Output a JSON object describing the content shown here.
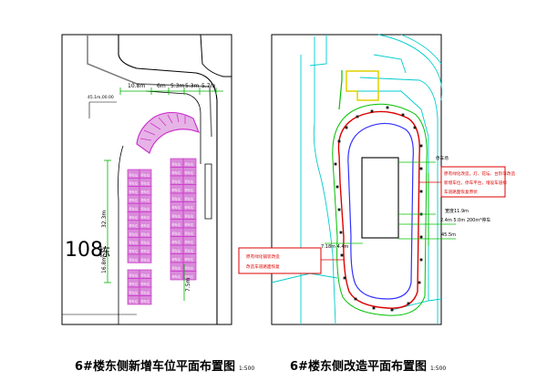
{
  "left_plan": {
    "caption": "6#楼东侧新增车位平面布置图",
    "scale": "1:500",
    "building_number": "108",
    "building_suffix": "栋",
    "dims_top": [
      "10.8m",
      "6m",
      "5.3m",
      "5.3m",
      "5.7m"
    ],
    "dim_left": "32.3m",
    "dim_left_lower": "16.8m",
    "dim_right": "7.5m",
    "small_note": "45.1m,00.00",
    "space_label": "停车位",
    "colors": {
      "road": "#000000",
      "dimension": "#00b000",
      "parking": "#cc33cc",
      "parking_fill": "#d98ad9"
    }
  },
  "right_plan": {
    "caption": "6#楼东侧改造平面布置图",
    "scale": "1:500",
    "note_red_1": "原有绿化改造，灯、花坛、台阶等改造",
    "note_red_2": "新增车位，停车平台，增设车道标",
    "note_red_3": "车道路面恢复原状",
    "note_left_1": "原有绿化铺装改造",
    "note_left_2": "改造车道路面恢复",
    "label_top": "停车场",
    "dim_1": "宽度11.9m",
    "dim_2": "2.4m 5.0m 200m²停车",
    "dim_3": "45.5m",
    "dim_left": "7.18m 4.4m",
    "colors": {
      "site": "#00cccc",
      "green": "#00c000",
      "red": "#dd0000",
      "yellow": "#e0d000",
      "blue": "#3030ff"
    }
  }
}
